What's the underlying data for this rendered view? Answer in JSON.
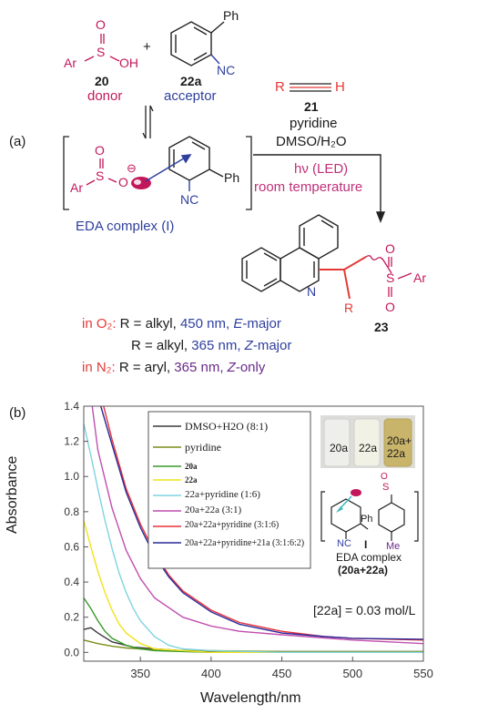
{
  "scheme": {
    "panel_a_label": "(a)",
    "donor": {
      "number": "20",
      "role": "donor"
    },
    "acceptor": {
      "number": "22a",
      "role": "acceptor"
    },
    "plus": "+",
    "alkyne": {
      "number": "21"
    },
    "conditions": [
      "pyridine",
      "DMSO/H₂O",
      "hν (LED)",
      "room temperature"
    ],
    "complex_label": "EDA complex (I)",
    "product_number": "23",
    "atoms": {
      "ar": "Ar",
      "s": "S",
      "o": "O",
      "oh": "OH",
      "ph": "Ph",
      "nc": "NC",
      "r": "R",
      "h": "H",
      "n": "N"
    },
    "outcomes": [
      {
        "prefix": "in O₂: ",
        "r_text": "R = alkyl, ",
        "detail": "450 nm, ",
        "isomer": "E",
        "suffix": "-major"
      },
      {
        "prefix": "",
        "r_text": "R = alkyl, ",
        "detail": "365 nm, ",
        "isomer": "Z",
        "suffix": "-major"
      },
      {
        "prefix": "in N₂: ",
        "r_text": "R = aryl, ",
        "detail": "365 nm, ",
        "isomer": "Z",
        "suffix": "-only"
      }
    ]
  },
  "chart_data": {
    "type": "line",
    "panel_label": "(b)",
    "xlabel": "Wavelength/nm",
    "ylabel": "Absorbance",
    "xlim": [
      310,
      550
    ],
    "ylim": [
      -0.05,
      1.4
    ],
    "xticks": [
      350,
      400,
      450,
      500,
      550
    ],
    "yticks": [
      0.0,
      0.2,
      0.4,
      0.6,
      0.8,
      1.0,
      1.2,
      1.4
    ],
    "ytick_labels": [
      "0.0",
      "0.2",
      "0.4",
      "0.6",
      "0.8",
      "1.0",
      "1.2",
      "1.4"
    ],
    "grid": false,
    "legend_position": "top-center",
    "annotation": "[22a] = 0.03 mol/L",
    "photo_labels": [
      "20a",
      "22a",
      "20a+\n22a"
    ],
    "inset_labels": {
      "compound": "I",
      "caption": "EDA complex",
      "caption2": "(20a+22a)",
      "me": "Me",
      "ph": "Ph",
      "nc": "NC",
      "s": "S",
      "o": "O"
    },
    "series": [
      {
        "name": "DMSO+H2O (8:1)",
        "color": "#3a3a3a",
        "x": [
          310,
          315,
          320,
          330,
          345,
          360,
          380,
          400,
          450,
          500,
          550
        ],
        "y": [
          0.13,
          0.14,
          0.11,
          0.06,
          0.03,
          0.02,
          0.01,
          0.005,
          0.005,
          0.005,
          0.005
        ]
      },
      {
        "name": "pyridine",
        "color": "#7c8c1c",
        "x": [
          310,
          320,
          330,
          340,
          350,
          360,
          380,
          400,
          450,
          500,
          550
        ],
        "y": [
          0.07,
          0.05,
          0.035,
          0.025,
          0.02,
          0.015,
          0.01,
          0.01,
          0.005,
          0.005,
          0.005
        ]
      },
      {
        "name": "20a",
        "color": "#3a9a2a",
        "x": [
          310,
          315,
          320,
          325,
          330,
          340,
          350,
          360,
          380,
          400,
          450,
          550
        ],
        "y": [
          0.31,
          0.25,
          0.18,
          0.12,
          0.08,
          0.04,
          0.02,
          0.01,
          0.005,
          0.0,
          0.0,
          0.0
        ]
      },
      {
        "name": "22a",
        "color": "#f2e21a",
        "x": [
          310,
          315,
          320,
          325,
          330,
          335,
          340,
          350,
          360,
          380,
          400,
          450,
          550
        ],
        "y": [
          0.75,
          0.6,
          0.46,
          0.34,
          0.24,
          0.16,
          0.11,
          0.05,
          0.02,
          0.01,
          0.0,
          0.0,
          0.0
        ]
      },
      {
        "name": "22a+pyridine (1:6)",
        "color": "#7fd3e0",
        "x": [
          310,
          315,
          320,
          325,
          330,
          335,
          340,
          345,
          350,
          360,
          370,
          380,
          400,
          450,
          550
        ],
        "y": [
          1.3,
          1.12,
          0.93,
          0.75,
          0.59,
          0.45,
          0.34,
          0.25,
          0.18,
          0.09,
          0.04,
          0.02,
          0.01,
          0.0,
          0.0
        ]
      },
      {
        "name": "20a+22a (3:1)",
        "color": "#c04fb0",
        "x": [
          316,
          320,
          330,
          340,
          350,
          360,
          380,
          400,
          420,
          450,
          500,
          550
        ],
        "y": [
          1.4,
          1.15,
          0.82,
          0.58,
          0.42,
          0.31,
          0.2,
          0.15,
          0.12,
          0.1,
          0.07,
          0.05
        ]
      },
      {
        "name": "20a+22a+pyridine (3:1:6)",
        "color": "#e8303a",
        "x": [
          324,
          330,
          340,
          350,
          360,
          370,
          380,
          400,
          420,
          450,
          480,
          500,
          550
        ],
        "y": [
          1.4,
          1.21,
          0.93,
          0.73,
          0.57,
          0.44,
          0.35,
          0.24,
          0.17,
          0.12,
          0.09,
          0.08,
          0.07
        ]
      },
      {
        "name": "20a+22a+pyridine+21a (3:1:6:2)",
        "color": "#2a2a9a",
        "x": [
          322,
          330,
          340,
          350,
          360,
          370,
          380,
          400,
          420,
          450,
          480,
          500,
          550
        ],
        "y": [
          1.4,
          1.18,
          0.91,
          0.71,
          0.55,
          0.43,
          0.34,
          0.23,
          0.16,
          0.11,
          0.09,
          0.08,
          0.075
        ]
      }
    ]
  }
}
